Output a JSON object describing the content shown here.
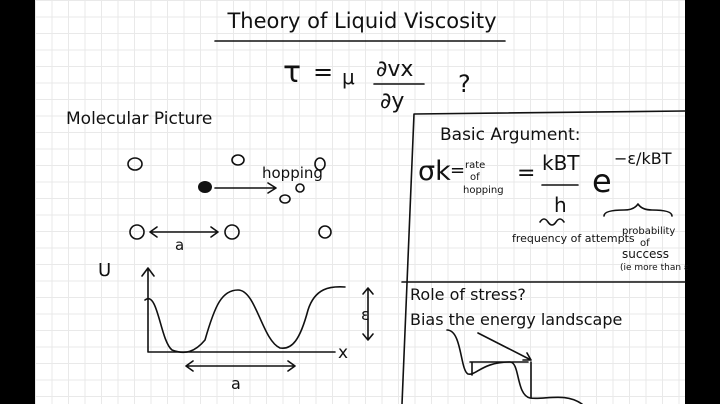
{
  "title": "Theory of Liquid Viscosity",
  "equation": {
    "lhs": "τ",
    "eq": "=",
    "mu": "μ",
    "numerator": "∂vx",
    "denominator": "∂y",
    "question": "?"
  },
  "molecular_picture": {
    "heading": "Molecular Picture",
    "hopping_label": "hopping",
    "spacing_label": "a",
    "plot": {
      "y_label": "U",
      "x_label": "x",
      "barrier_label": "ε",
      "period_label": "a"
    }
  },
  "basic_argument": {
    "heading": "Basic Argument:",
    "rate_symbol": "σk",
    "eq": "=",
    "rate_note": [
      "rate",
      "of",
      "hopping"
    ],
    "eq2": "=",
    "prefactor_num": "kBT",
    "prefactor_den": "h",
    "exp_base": "e",
    "exponent": "−ε/kBT",
    "frequency_note": "frequency of attempts",
    "probability_note": [
      "probability",
      "of",
      "success",
      "(ie more than ε"
    ]
  },
  "stress": {
    "heading": "Role of stress?",
    "subheading": "Bias the energy landscape"
  }
}
